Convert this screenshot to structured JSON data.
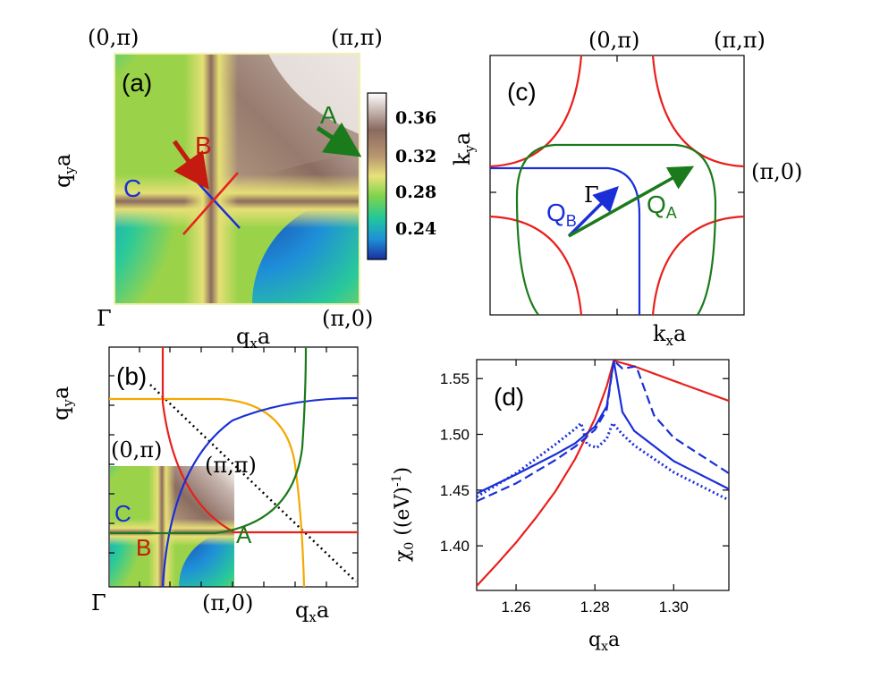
{
  "figure": {
    "panel_a": {
      "label": "(a)",
      "corner_top_left": "(0,π)",
      "corner_top_right": "(π,π)",
      "corner_bottom_left": "Γ",
      "corner_bottom_right": "(π,0)",
      "xlabel_main": "q",
      "xlabel_sub": "x",
      "xlabel_tail": "a",
      "ylabel_main": "q",
      "ylabel_sub": "y",
      "ylabel_tail": "a",
      "markers": {
        "A": "A",
        "B": "B",
        "C": "C"
      },
      "colorbar_ticks": [
        "0.36",
        "0.32",
        "0.28",
        "0.24"
      ]
    },
    "panel_b": {
      "label": "(b)",
      "inset_top_left": "(0,π)",
      "inset_top_right": "(π,π)",
      "corner_bottom_left": "Γ",
      "corner_bottom_right": "(π,0)",
      "xlabel_main": "q",
      "xlabel_sub": "x",
      "xlabel_tail": "a",
      "ylabel_main": "q",
      "ylabel_sub": "y",
      "ylabel_tail": "a",
      "markers": {
        "A": "A",
        "B": "B",
        "C": "C"
      }
    },
    "panel_c": {
      "label": "(c)",
      "corner_top_left": "(0,π)",
      "corner_top_right": "(π,π)",
      "corner_right": "(π,0)",
      "gamma": "Γ",
      "xlabel_main": "k",
      "xlabel_sub": "x",
      "xlabel_tail": "a",
      "ylabel_main": "k",
      "ylabel_sub": "y",
      "ylabel_tail": "a",
      "qb_main": "Q",
      "qb_sub": "B",
      "qa_main": "Q",
      "qa_sub": "A"
    }
  },
  "colors": {
    "red": "#e8201c",
    "blue": "#1a2fd6",
    "green": "#1b7a1b",
    "orange": "#f5a800",
    "dark_red": "#c41a10",
    "frame": "#f0f0b0"
  },
  "chart_data": {
    "type": "line",
    "panel_label": "(d)",
    "xlabel_main": "q",
    "xlabel_sub": "x",
    "xlabel_tail": "a",
    "ylabel_main": "χ",
    "ylabel_sub": "0",
    "ylabel_tail": " ((eV)",
    "ylabel_sup": "-1",
    "ylabel_close": ")",
    "xlim": [
      1.25,
      1.314
    ],
    "ylim": [
      1.36,
      1.567
    ],
    "xticks": [
      "1.26",
      "1.28",
      "1.30"
    ],
    "yticks": [
      "1.40",
      "1.45",
      "1.50",
      "1.55"
    ],
    "series": [
      {
        "color": "#e8201c",
        "style": "solid",
        "x": [
          1.25,
          1.255,
          1.26,
          1.265,
          1.27,
          1.275,
          1.28,
          1.283,
          1.2848,
          1.29,
          1.3,
          1.314
        ],
        "y": [
          1.364,
          1.383,
          1.403,
          1.425,
          1.449,
          1.478,
          1.514,
          1.543,
          1.566,
          1.561,
          1.548,
          1.53
        ]
      },
      {
        "color": "#1a2fd6",
        "style": "solid",
        "x": [
          1.25,
          1.26,
          1.27,
          1.275,
          1.28,
          1.283,
          1.2848,
          1.287,
          1.29,
          1.3,
          1.314
        ],
        "y": [
          1.447,
          1.464,
          1.482,
          1.492,
          1.507,
          1.525,
          1.566,
          1.52,
          1.503,
          1.476,
          1.451
        ]
      },
      {
        "color": "#1a2fd6",
        "style": "dashed",
        "x": [
          1.25,
          1.26,
          1.27,
          1.275,
          1.28,
          1.283,
          1.2848,
          1.287,
          1.2905,
          1.295,
          1.3,
          1.314
        ],
        "y": [
          1.44,
          1.456,
          1.477,
          1.489,
          1.504,
          1.522,
          1.566,
          1.559,
          1.561,
          1.517,
          1.497,
          1.465
        ]
      },
      {
        "color": "#1a2fd6",
        "style": "dotted",
        "x": [
          1.25,
          1.26,
          1.27,
          1.275,
          1.2765,
          1.278,
          1.2805,
          1.283,
          1.2845,
          1.287,
          1.29,
          1.3,
          1.314
        ],
        "y": [
          1.444,
          1.465,
          1.491,
          1.505,
          1.51,
          1.491,
          1.488,
          1.496,
          1.51,
          1.5,
          1.49,
          1.466,
          1.441
        ]
      }
    ]
  }
}
